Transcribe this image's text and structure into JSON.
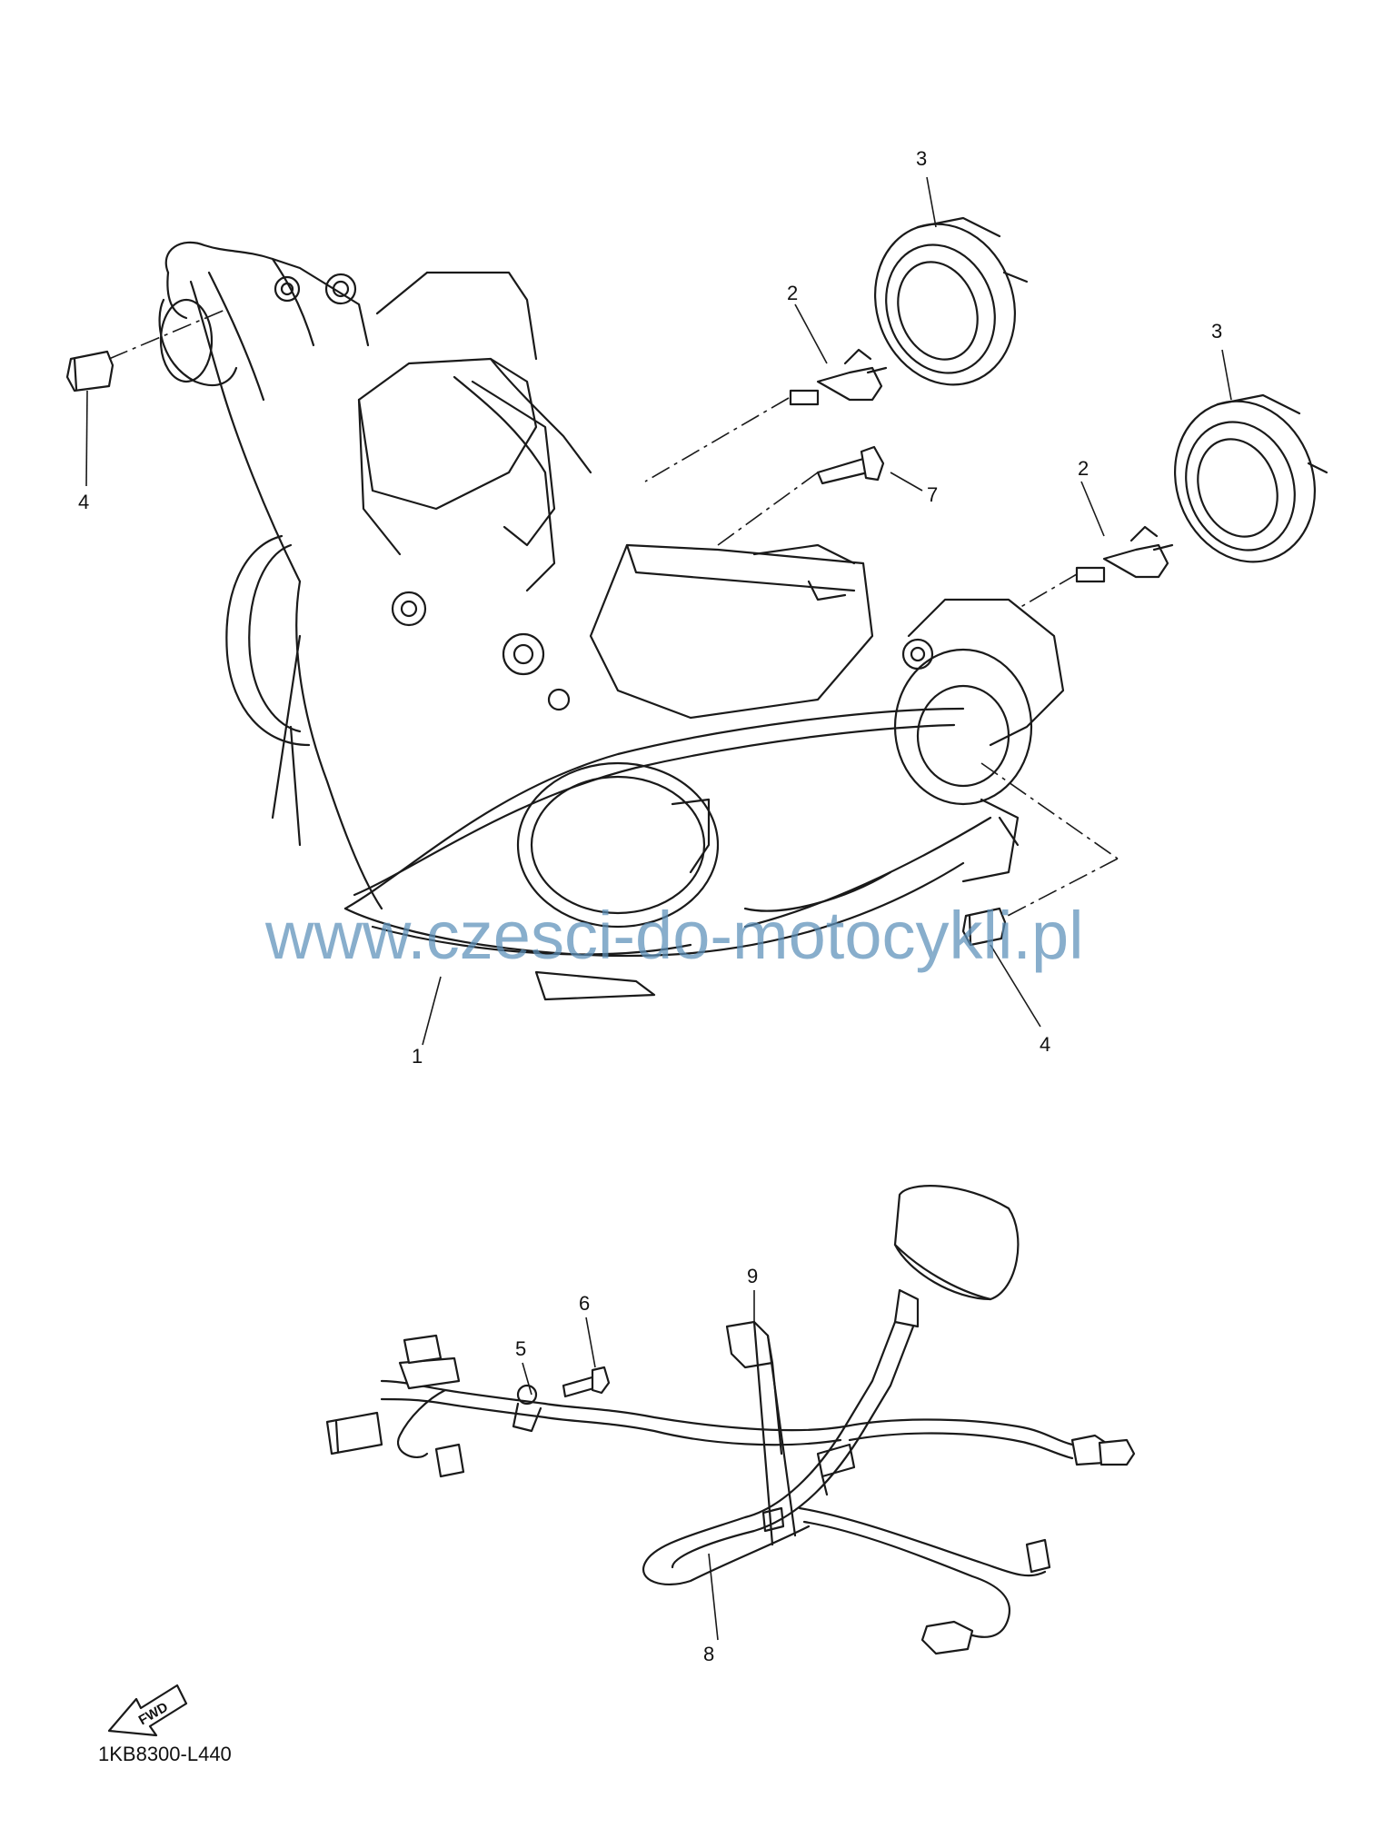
{
  "callouts": {
    "c1": "1",
    "c2a": "2",
    "c2b": "2",
    "c3a": "3",
    "c3b": "3",
    "c4a": "4",
    "c4b": "4",
    "c5": "5",
    "c6": "6",
    "c7": "7",
    "c8": "8",
    "c9": "9"
  },
  "fwd_label": "FWD",
  "diagram_code": "1KB8300-L440",
  "watermark": "www.czesci-do-motocykli.pl"
}
